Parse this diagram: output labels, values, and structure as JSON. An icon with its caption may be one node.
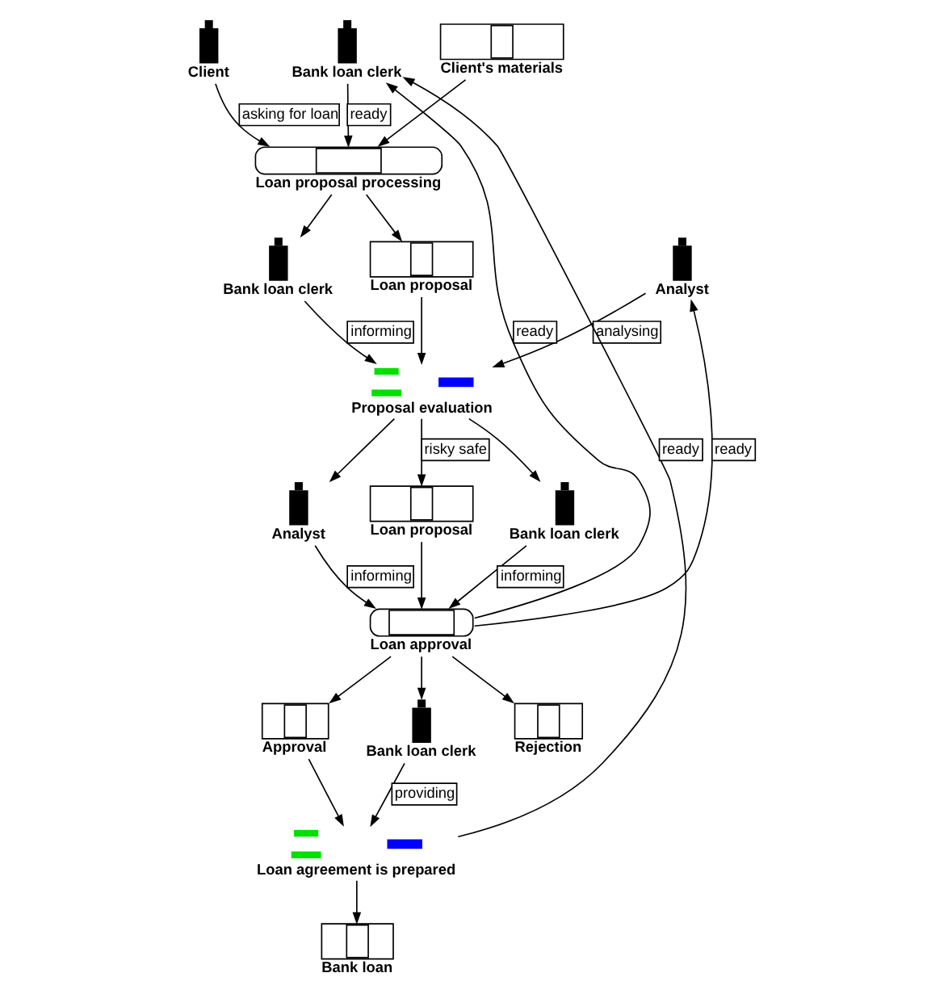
{
  "diagram": {
    "nodes": [
      {
        "text": [
          "Client"
        ]
      },
      {
        "text": [
          "Bank loan clerk"
        ]
      },
      {
        "text": [
          "Client's materials"
        ]
      },
      {
        "text": [
          "Loan proposal processing"
        ]
      },
      {
        "text": [
          "Bank loan clerk"
        ]
      },
      {
        "text": [
          "Analyst"
        ]
      },
      {
        "text": [
          "Loan proposal"
        ]
      },
      {
        "text": [
          "Proposal evaluation"
        ]
      },
      {
        "text": [
          "Analyst"
        ]
      },
      {
        "text": [
          "Loan proposal"
        ]
      },
      {
        "text": [
          "Bank loan clerk"
        ]
      },
      {
        "text": [
          "Loan approval"
        ]
      },
      {
        "text": [
          "Approval"
        ]
      },
      {
        "text": [
          "Bank loan clerk"
        ]
      },
      {
        "text": [
          "Rejection"
        ]
      },
      {
        "text": [
          "Loan agreement is prepared"
        ]
      },
      {
        "text": [
          "Bank loan"
        ]
      }
    ],
    "edges": [
      {
        "from": 0,
        "to": 3,
        "arrow": "to",
        "label": "asking for loan"
      },
      {
        "from": 1,
        "to": 3,
        "arrow": "to",
        "label": "ready"
      },
      {
        "from": 2,
        "to": 3,
        "arrow": "to"
      },
      {
        "from": 3,
        "to": 4,
        "arrow": "to"
      },
      {
        "from": 3,
        "to": 6,
        "arrow": "to"
      },
      {
        "from": 5,
        "to": 7,
        "arrow": "to",
        "label": "analysing"
      },
      {
        "from": 6,
        "to": 7,
        "arrow": "to"
      },
      {
        "from": 4,
        "to": 7,
        "arrow": "to",
        "label": "informing"
      },
      {
        "from": 7,
        "to": 8,
        "arrow": "to"
      },
      {
        "from": 7,
        "to": 9,
        "arrow": "to",
        "label": "risky safe"
      },
      {
        "from": 7,
        "to": 10,
        "arrow": "to"
      },
      {
        "from": 8,
        "to": 11,
        "arrow": "to",
        "label": "informing"
      },
      {
        "from": 9,
        "to": 11,
        "arrow": "to"
      },
      {
        "from": 10,
        "to": 11,
        "arrow": "to",
        "label": "informing"
      },
      {
        "from": 11,
        "to": 5,
        "arrow": "to",
        "label": "ready"
      },
      {
        "from": 11,
        "to": 1,
        "arrow": "to",
        "label": "ready"
      },
      {
        "from": 11,
        "to": 12,
        "arrow": "to"
      },
      {
        "from": 11,
        "to": 13,
        "arrow": "to"
      },
      {
        "from": 11,
        "to": 14,
        "arrow": "to"
      },
      {
        "from": 12,
        "to": 15,
        "arrow": "to"
      },
      {
        "from": 13,
        "to": 15,
        "arrow": "to",
        "label": "providing"
      },
      {
        "from": 15,
        "to": 1,
        "arrow": "to",
        "label": "ready"
      },
      {
        "from": 15,
        "to": 16,
        "arrow": "to"
      }
    ]
  }
}
